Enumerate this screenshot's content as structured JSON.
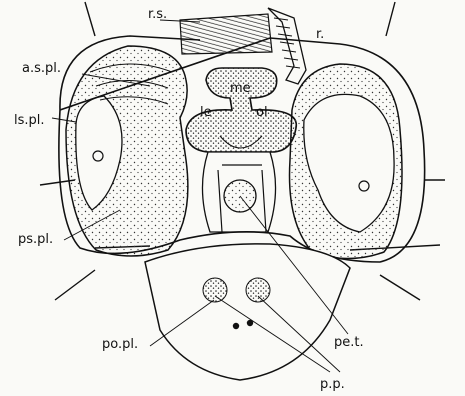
{
  "figure": {
    "labels": {
      "rs": "r.s.",
      "r": "r.",
      "me": "me",
      "le": "le",
      "ol": "ol",
      "as_pl": "a.s.pl.",
      "ls_pl": "ls.pl.",
      "ps_pl": "ps.pl.",
      "po_pl": "po.pl.",
      "pe_t": "pe.t.",
      "p_p": "p.p."
    }
  }
}
